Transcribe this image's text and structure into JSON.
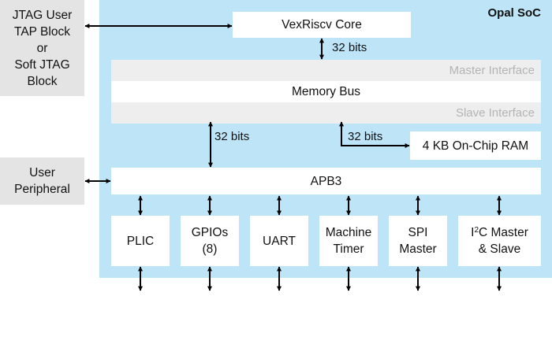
{
  "external": {
    "jtag_block": [
      "JTAG User",
      "TAP Block",
      "or",
      "Soft JTAG",
      "Block"
    ],
    "user_peripheral": [
      "User",
      "Peripheral"
    ]
  },
  "soc": {
    "title": "Opal SoC",
    "cpu": "VexRiscv Core",
    "cpu_bus_width": "32 bits",
    "master_interface": "Master Interface",
    "memory_bus": "Memory Bus",
    "slave_interface": "Slave Interface",
    "apb_bus_width": "32 bits",
    "ram_bus_width": "32 bits",
    "ram": "4 KB On-Chip RAM",
    "apb": "APB3",
    "peripherals": {
      "plic": "PLIC",
      "gpio": [
        "GPIOs",
        "(8)"
      ],
      "uart": "UART",
      "timer": [
        "Machine",
        "Timer"
      ],
      "spi": [
        "SPI",
        "Master"
      ],
      "i2c": {
        "prefix": "I",
        "superscript": "2",
        "rest": "C Master",
        "line2": "& Slave"
      }
    }
  },
  "colors": {
    "soc_background": "#bee4f7",
    "block_fill": "#ffffff",
    "external_fill": "#e4e4e4",
    "interface_fill": "#eeeeee",
    "interface_text": "#b4b4b4",
    "arrow": "#000000"
  }
}
